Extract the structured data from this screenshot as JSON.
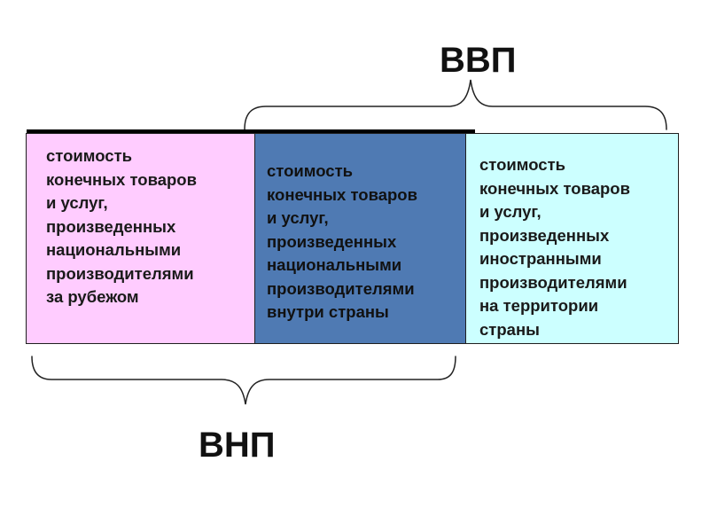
{
  "labels": {
    "gdp": "ВВП",
    "gnp": "ВНП"
  },
  "boxes": [
    {
      "text": "стоимость\nконечных товаров\nи услуг,\nпроизведенных\nнациональными\nпроизводителями\nза рубежом",
      "background": "#ffccff",
      "text_color": "#1a1a1a"
    },
    {
      "text": "стоимость\nконечных товаров\nи услуг,\nпроизведенных\nнациональными\nпроизводителями\nвнутри страны",
      "background": "#4f7ab3",
      "text_color": "#111111"
    },
    {
      "text": "стоимость\nконечных товаров\nи услуг,\nпроизведенных\nиностранными\nпроизводителями\nна территории\nстраны",
      "background": "#ccffff",
      "text_color": "#1a1a1a"
    }
  ],
  "colors": {
    "brace": "#222222",
    "divider": "#000000"
  }
}
